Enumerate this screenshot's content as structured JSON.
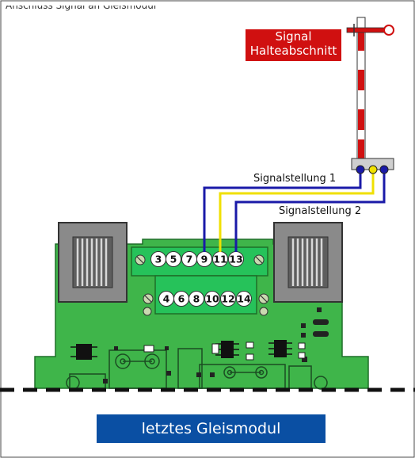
{
  "header": {
    "caption": "Anschluss Signal an Gleismodul"
  },
  "signal_box": {
    "line1": "Signal",
    "line2": "Halteabschnitt"
  },
  "wires": {
    "label1": "Signalstellung 1",
    "label2": "Signalstellung 2",
    "colors": {
      "blue": "#1a1aa8",
      "yellow": "#f0e000"
    }
  },
  "terminals": {
    "top": [
      "3",
      "5",
      "7",
      "9",
      "11",
      "13"
    ],
    "bottom": [
      "4",
      "6",
      "8",
      "10",
      "12",
      "14"
    ]
  },
  "module_box": {
    "label": "letztes Gleismodul"
  },
  "colors": {
    "pcb": "#3fb54a",
    "terminal": "#26c25a",
    "signal_red": "#d01010",
    "module_blue": "#0a4fa3"
  }
}
